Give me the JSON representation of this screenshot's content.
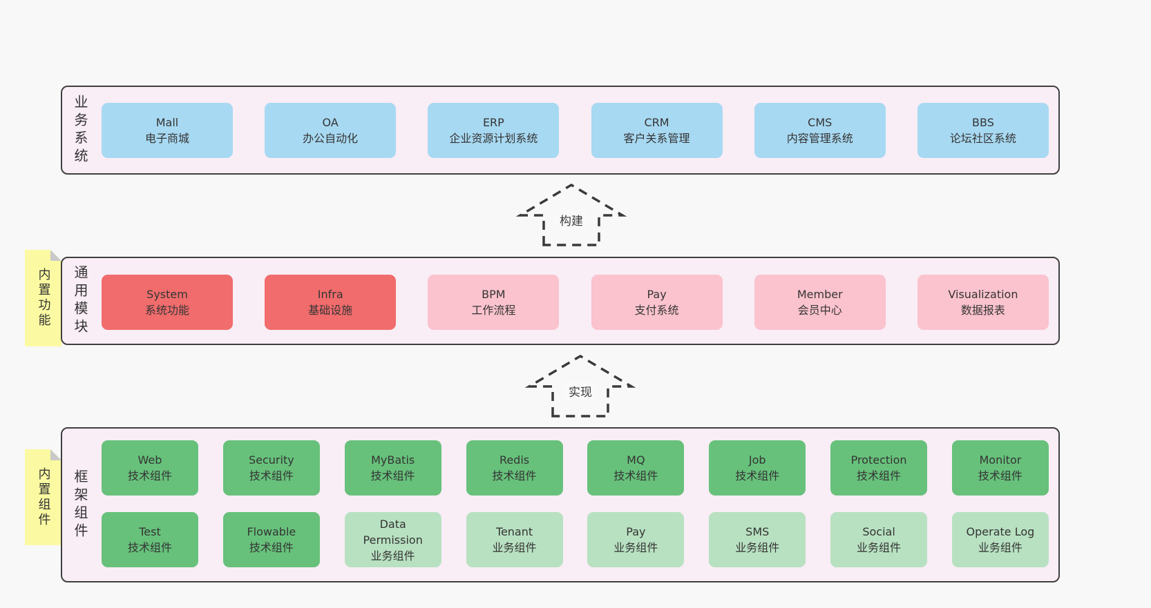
{
  "colors": {
    "page_bg": "#f8f8f8",
    "panel_bg": "#f9edf6",
    "panel_border": "#3f3f3f",
    "note_bg": "#fbfaa2",
    "note_fold": "#c9c9c9",
    "arrow_stroke": "#3a3a3a",
    "text": "#343434",
    "blue": "#a8d9f2",
    "red": "#f16c6c",
    "pink": "#fac3cd",
    "green": "#67c17b",
    "lightgreen": "#b8e1c1"
  },
  "arrows": [
    {
      "label": "构建"
    },
    {
      "label": "实现"
    }
  ],
  "layers": [
    {
      "label": "业务系统",
      "boxes": [
        {
          "name": "Mall",
          "desc": "电子商城",
          "variant": "blue"
        },
        {
          "name": "OA",
          "desc": "办公自动化",
          "variant": "blue"
        },
        {
          "name": "ERP",
          "desc": "企业资源计划系统",
          "variant": "blue"
        },
        {
          "name": "CRM",
          "desc": "客户关系管理",
          "variant": "blue"
        },
        {
          "name": "CMS",
          "desc": "内容管理系统",
          "variant": "blue"
        },
        {
          "name": "BBS",
          "desc": "论坛社区系统",
          "variant": "blue"
        }
      ]
    },
    {
      "label": "通用模块",
      "note": "内置功能",
      "boxes": [
        {
          "name": "System",
          "desc": "系统功能",
          "variant": "red"
        },
        {
          "name": "Infra",
          "desc": "基础设施",
          "variant": "red"
        },
        {
          "name": "BPM",
          "desc": "工作流程",
          "variant": "pink"
        },
        {
          "name": "Pay",
          "desc": "支付系统",
          "variant": "pink"
        },
        {
          "name": "Member",
          "desc": "会员中心",
          "variant": "pink"
        },
        {
          "name": "Visualization",
          "desc": "数据报表",
          "variant": "pink"
        }
      ]
    },
    {
      "label": "框架组件",
      "note": "内置组件",
      "rows": [
        [
          {
            "name": "Web",
            "desc": "技术组件",
            "variant": "green"
          },
          {
            "name": "Security",
            "desc": "技术组件",
            "variant": "green"
          },
          {
            "name": "MyBatis",
            "desc": "技术组件",
            "variant": "green"
          },
          {
            "name": "Redis",
            "desc": "技术组件",
            "variant": "green"
          },
          {
            "name": "MQ",
            "desc": "技术组件",
            "variant": "green"
          },
          {
            "name": "Job",
            "desc": "技术组件",
            "variant": "green"
          },
          {
            "name": "Protection",
            "desc": "技术组件",
            "variant": "green"
          },
          {
            "name": "Monitor",
            "desc": "技术组件",
            "variant": "green"
          }
        ],
        [
          {
            "name": "Test",
            "desc": "技术组件",
            "variant": "green"
          },
          {
            "name": "Flowable",
            "desc": "技术组件",
            "variant": "green"
          },
          {
            "name": "Data Permission",
            "desc": "业务组件",
            "variant": "lightgreen"
          },
          {
            "name": "Tenant",
            "desc": "业务组件",
            "variant": "lightgreen"
          },
          {
            "name": "Pay",
            "desc": "业务组件",
            "variant": "lightgreen"
          },
          {
            "name": "SMS",
            "desc": "业务组件",
            "variant": "lightgreen"
          },
          {
            "name": "Social",
            "desc": "业务组件",
            "variant": "lightgreen"
          },
          {
            "name": "Operate Log",
            "desc": "业务组件",
            "variant": "lightgreen"
          }
        ]
      ]
    }
  ]
}
